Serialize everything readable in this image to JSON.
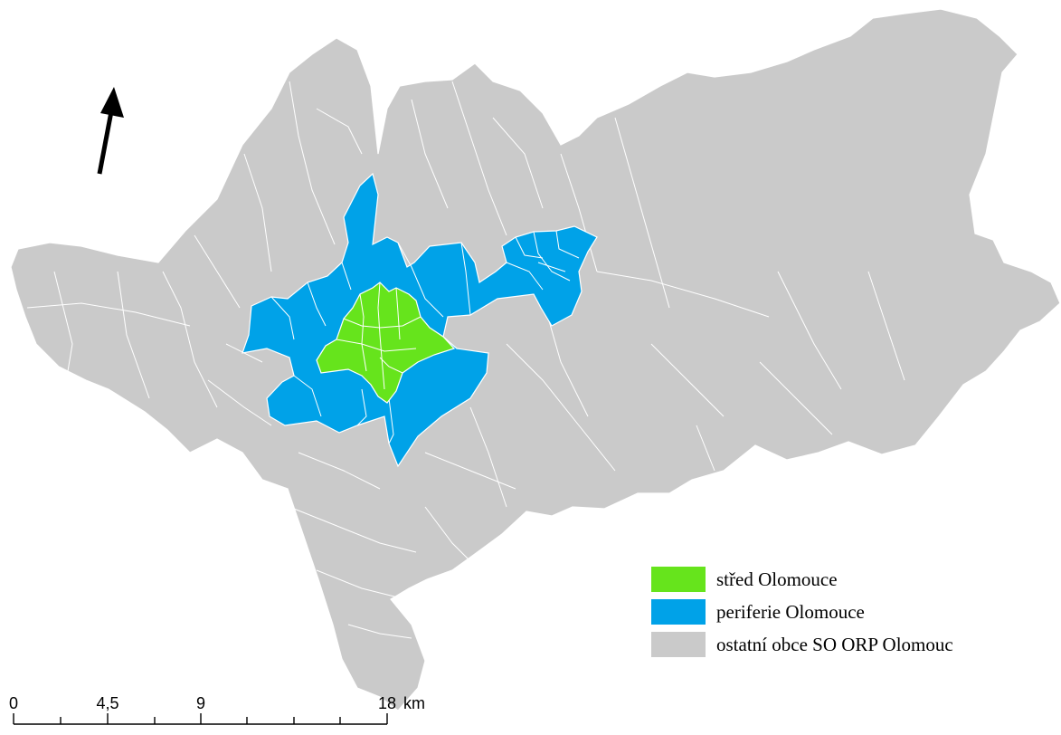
{
  "colors": {
    "center": "#66e41c",
    "periphery": "#00a2e8",
    "other": "#cacaca",
    "border": "#ffffff",
    "ink": "#000000"
  },
  "north_arrow_icon": "north-arrow-icon",
  "legend": {
    "items": [
      {
        "label": "střed Olomouce",
        "color": "#66e41c"
      },
      {
        "label": "periferie Olomouce",
        "color": "#00a2e8"
      },
      {
        "label": "ostatní obce SO ORP Olomouc",
        "color": "#cacaca"
      }
    ]
  },
  "scale_bar": {
    "labels": [
      "0",
      "4,5",
      "9",
      "18"
    ],
    "unit": "km"
  }
}
